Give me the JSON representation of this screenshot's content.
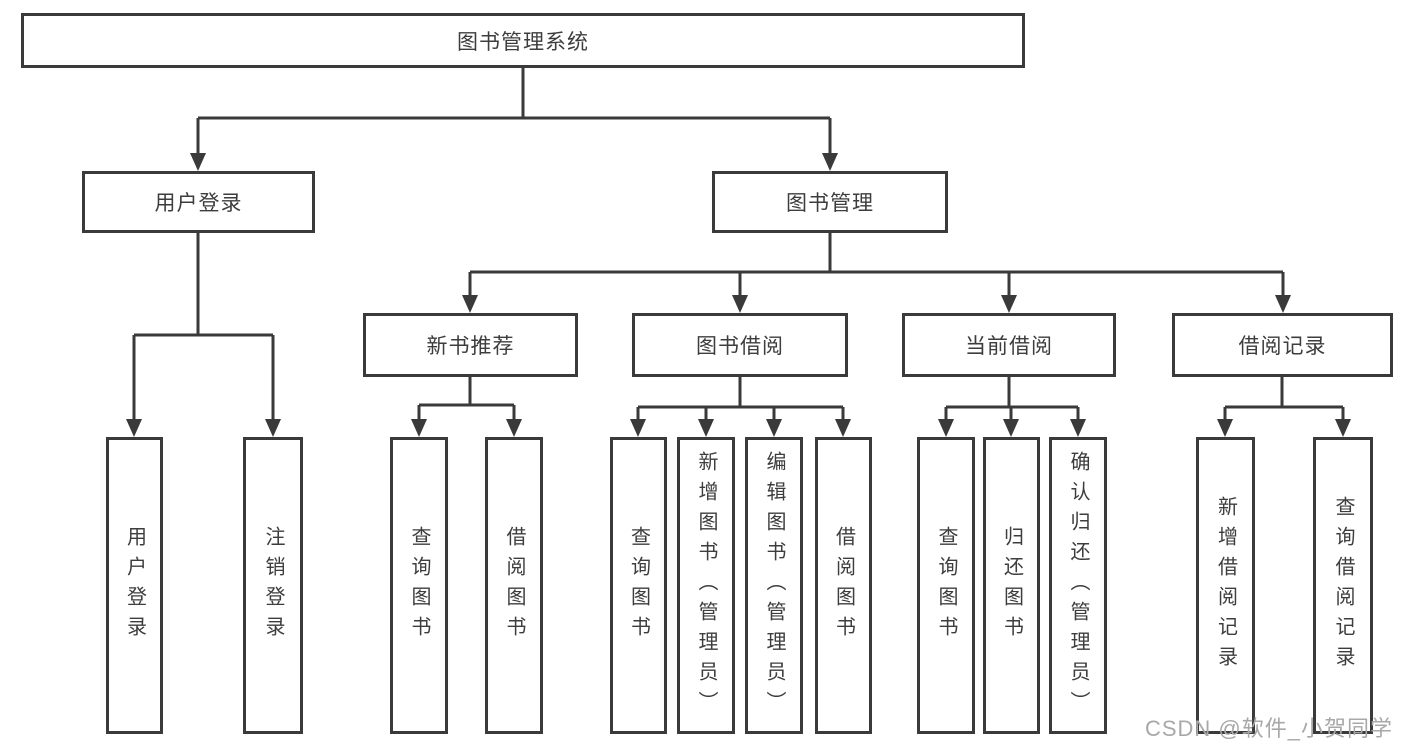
{
  "watermark": "CSDN @软件_小贺同学",
  "colors": {
    "line": "#3a3a3a",
    "text": "#3d3d3d",
    "node_background": "#ffffff",
    "page_background": "#ffffff",
    "watermark": "#a8a8a8"
  },
  "tree": {
    "label": "图书管理系统",
    "children": [
      {
        "label": "用户登录",
        "children": [
          {
            "label": "用户登录"
          },
          {
            "label": "注销登录"
          }
        ]
      },
      {
        "label": "图书管理",
        "children": [
          {
            "label": "新书推荐",
            "children": [
              {
                "label": "查询图书"
              },
              {
                "label": "借阅图书"
              }
            ]
          },
          {
            "label": "图书借阅",
            "children": [
              {
                "label": "查询图书"
              },
              {
                "label": "新增图书（管理员）"
              },
              {
                "label": "编辑图书（管理员）"
              },
              {
                "label": "借阅图书"
              }
            ]
          },
          {
            "label": "当前借阅",
            "children": [
              {
                "label": "查询图书"
              },
              {
                "label": "归还图书"
              },
              {
                "label": "确认归还（管理员）"
              }
            ]
          },
          {
            "label": "借阅记录",
            "children": [
              {
                "label": "新增借阅记录"
              },
              {
                "label": "查询借阅记录"
              }
            ]
          }
        ]
      }
    ]
  }
}
